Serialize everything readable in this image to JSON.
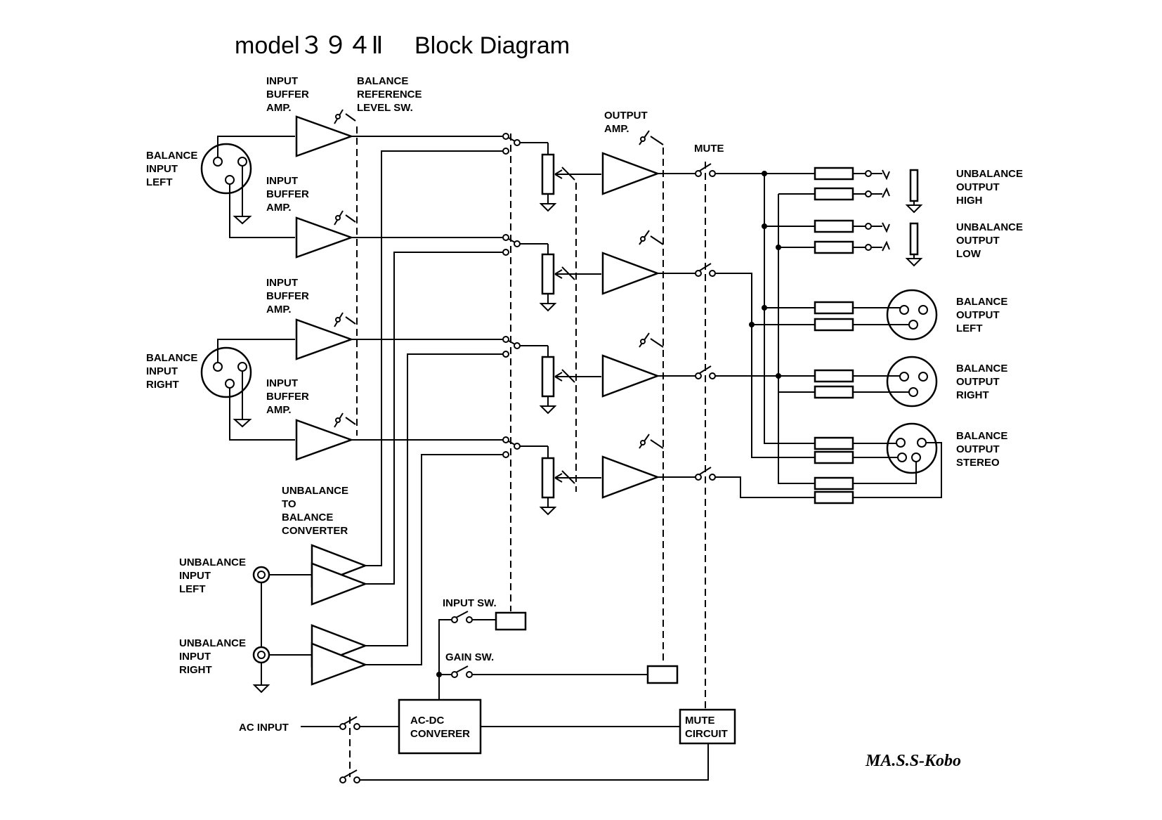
{
  "title": {
    "model": "model３９４Ⅱ",
    "block": "Block Diagram"
  },
  "labels": {
    "input_buffer_1": [
      "INPUT",
      "BUFFER",
      "AMP."
    ],
    "input_buffer_2": [
      "INPUT",
      "BUFFER",
      "AMP."
    ],
    "input_buffer_3": [
      "INPUT",
      "BUFFER",
      "AMP."
    ],
    "input_buffer_4": [
      "INPUT",
      "BUFFER",
      "AMP."
    ],
    "balance_ref": [
      "BALANCE",
      "REFERENCE",
      "LEVEL SW."
    ],
    "output_amp": [
      "OUTPUT",
      "AMP."
    ],
    "mute": "MUTE",
    "balance_input_left": [
      "BALANCE",
      "INPUT",
      "LEFT"
    ],
    "balance_input_right": [
      "BALANCE",
      "INPUT",
      "RIGHT"
    ],
    "unbal_out_high": [
      "UNBALANCE",
      "OUTPUT",
      "HIGH"
    ],
    "unbal_out_low": [
      "UNBALANCE",
      "OUTPUT",
      "LOW"
    ],
    "bal_out_left": [
      "BALANCE",
      "OUTPUT",
      "LEFT"
    ],
    "bal_out_right": [
      "BALANCE",
      "OUTPUT",
      "RIGHT"
    ],
    "bal_out_stereo": [
      "BALANCE",
      "OUTPUT",
      "STEREO"
    ],
    "unbal_to_bal": [
      "UNBALANCE",
      "TO",
      "BALANCE",
      "CONVERTER"
    ],
    "unbal_in_left": [
      "UNBALANCE",
      "INPUT",
      "LEFT"
    ],
    "unbal_in_right": [
      "UNBALANCE",
      "INPUT",
      "RIGHT"
    ],
    "input_sw": "INPUT SW.",
    "gain_sw": "GAIN SW.",
    "ac_input": "AC INPUT",
    "acdc": [
      "AC-DC",
      "CONVERER"
    ],
    "mute_circuit": [
      "MUTE",
      "CIRCUIT"
    ]
  },
  "signature": "MA.S.S-Kobo"
}
